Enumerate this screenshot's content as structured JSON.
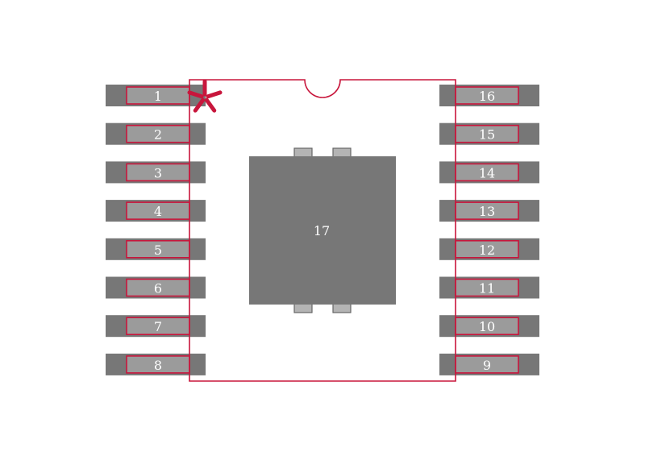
{
  "colors": {
    "pad_fill": "#777777",
    "pad_inner": "#9b9b9b",
    "outline": "#c8163c",
    "tab_fill": "#b4b4b4",
    "tab_stroke": "#666666",
    "label": "#ffffff",
    "background": "#ffffff"
  },
  "pin1_marker_icon": "asterisk-icon",
  "pins": {
    "left": [
      "1",
      "2",
      "3",
      "4",
      "5",
      "6",
      "7",
      "8"
    ],
    "right": [
      "16",
      "15",
      "14",
      "13",
      "12",
      "11",
      "10",
      "9"
    ]
  },
  "thermal_pad": {
    "label": "17"
  }
}
